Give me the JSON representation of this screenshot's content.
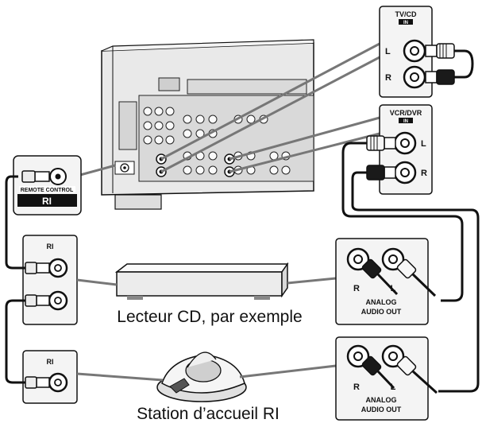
{
  "labels": {
    "tv_cd": "TV/CD",
    "vcr_dvr": "VCR/DVR",
    "remote_control": "REMOTE CONTROL",
    "ri_logo": "RI",
    "ri_upper": "RI",
    "ri_lower": "RI",
    "left": "L",
    "right": "R",
    "in_badge": "IN",
    "analog_audio_out_1_line1": "ANALOG",
    "analog_audio_out_1_line2": "AUDIO OUT",
    "analog_audio_out_2_line1": "ANALOG",
    "analog_audio_out_2_line2": "AUDIO OUT",
    "cd_player_caption": "Lecteur CD, par exemple",
    "dock_caption": "Station d’accueil RI"
  },
  "colors": {
    "line": "#111111",
    "panel_fill": "#f2f2f2",
    "receiver_fill": "#e6e6e6",
    "black_plug": "#1a1a1a",
    "white_plug": "#f5f5f5"
  }
}
